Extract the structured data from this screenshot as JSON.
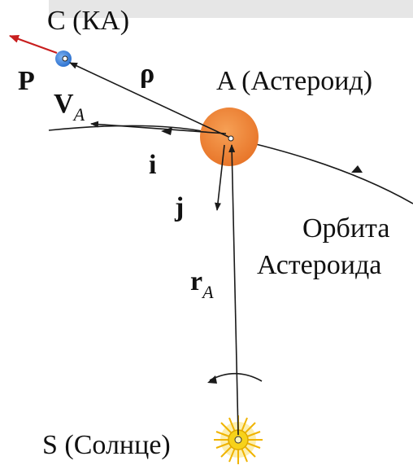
{
  "labels": {
    "spacecraft": "C (КА)",
    "asteroid": "A (Астероид)",
    "sun": "S (Солнце)",
    "orbit_line1": "Орбита",
    "orbit_line2": "Астероида",
    "rho": "ρ",
    "force": "P",
    "velocity_main": "V",
    "velocity_sub": "A",
    "unit_i": "i",
    "unit_j": "j",
    "radius_main": "r",
    "radius_sub": "A"
  },
  "colors": {
    "sun": "#f7d21a",
    "asteroid": "#f08a3a",
    "spacecraft": "#3d86e0",
    "force_vector": "#c81e1e",
    "lines": "#1a1a1a"
  }
}
